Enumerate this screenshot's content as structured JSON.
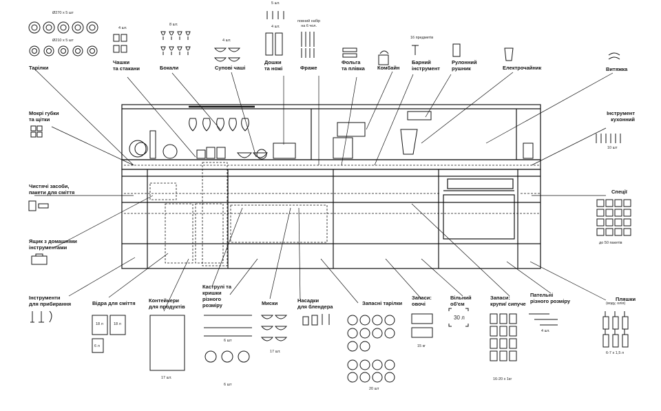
{
  "top": {
    "plates_big_count": "Ø270 х 5 шт",
    "plates_small_count": "Ø210 х 5 шт",
    "plates": "Тарілки",
    "cups_count": "4 шт.",
    "cups": "Чашки\nта стакани",
    "glasses_count": "8 шт.",
    "glasses": "Бокали",
    "soup_count": "4 шт.",
    "soup": "Супові чаші",
    "knives_count": "5 шт.",
    "boards_count": "4 шт.",
    "boards": "Дошки\nта ножі",
    "cutlery_count": "повний набір\nна 6 чол.",
    "cutlery": "Фраже",
    "foil": "Фольга\nта плівка",
    "mixer": "Комбайн",
    "bar_count": "16 предметів",
    "bar": "Барний\nінструмент",
    "towel": "Рулонний\nрушник",
    "kettle": "Електрочайник",
    "hood": "Витяжка"
  },
  "left": {
    "sponges": "Мокрі губки\nта щітки",
    "cleaning": "Чистячі засоби,\nпакети для сміття",
    "toolbox": "Ящик з домашніми\nінструментами",
    "tools_cleaning": "Інструменти\nдля прибирання"
  },
  "right": {
    "utensils": "Інструмент\nкухонний",
    "utensils_count": "10 шт",
    "spices": "Спеції",
    "spices_count": "до 50 пакетів",
    "bottles": "Пляшки",
    "bottles_note": "(воду, олія)",
    "bottles_count": "6-7 х 1,5 л"
  },
  "bottom": {
    "bins": "Відра для сміття",
    "bin_18a": "18 л",
    "bin_18b": "18 л",
    "bin_6": "6 л",
    "containers": "Контейнери\nдля продуктів",
    "containers_count": "17 шт.",
    "pots": "Каструлі та\nкришки\nрізного\nрозміру",
    "pots_count1": "6 шт",
    "pots_count2": "6 шт",
    "bowls": "Миски",
    "bowls_count": "17 шт.",
    "blender": "Насадки\nдля блендера",
    "spare_plates": "Запасні тарілки",
    "spare_plates_count": "20 шт",
    "veg": "Запаси:\nовочі",
    "veg_count": "15 кг",
    "free": "Вільний\nоб'єм",
    "free_value": "30 л",
    "grains": "Запаси:\nкрупи/ сипуче",
    "grains_count": "16-20 х 1кг",
    "pans": "Пательні\nрізного розміру",
    "pans_count": "4 шт."
  }
}
